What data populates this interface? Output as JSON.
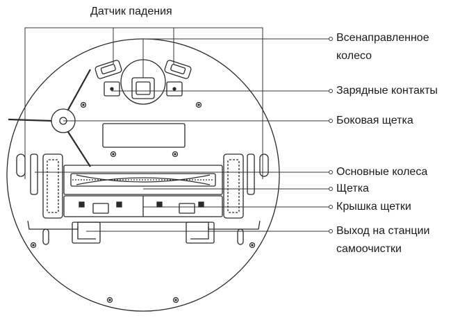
{
  "labels": {
    "drop_sensor": "Датчик падения",
    "omni_wheel_line1": "Всенаправленное",
    "omni_wheel_line2": "колесо",
    "charging_contacts": "Зарядные контакты",
    "side_brush": "Боковая щетка",
    "main_wheels": "Основные колеса",
    "brush": "Щетка",
    "brush_cover": "Крышка щетки",
    "station_outlet_line1": "Выход на станции",
    "station_outlet_line2": "самоочистки"
  }
}
